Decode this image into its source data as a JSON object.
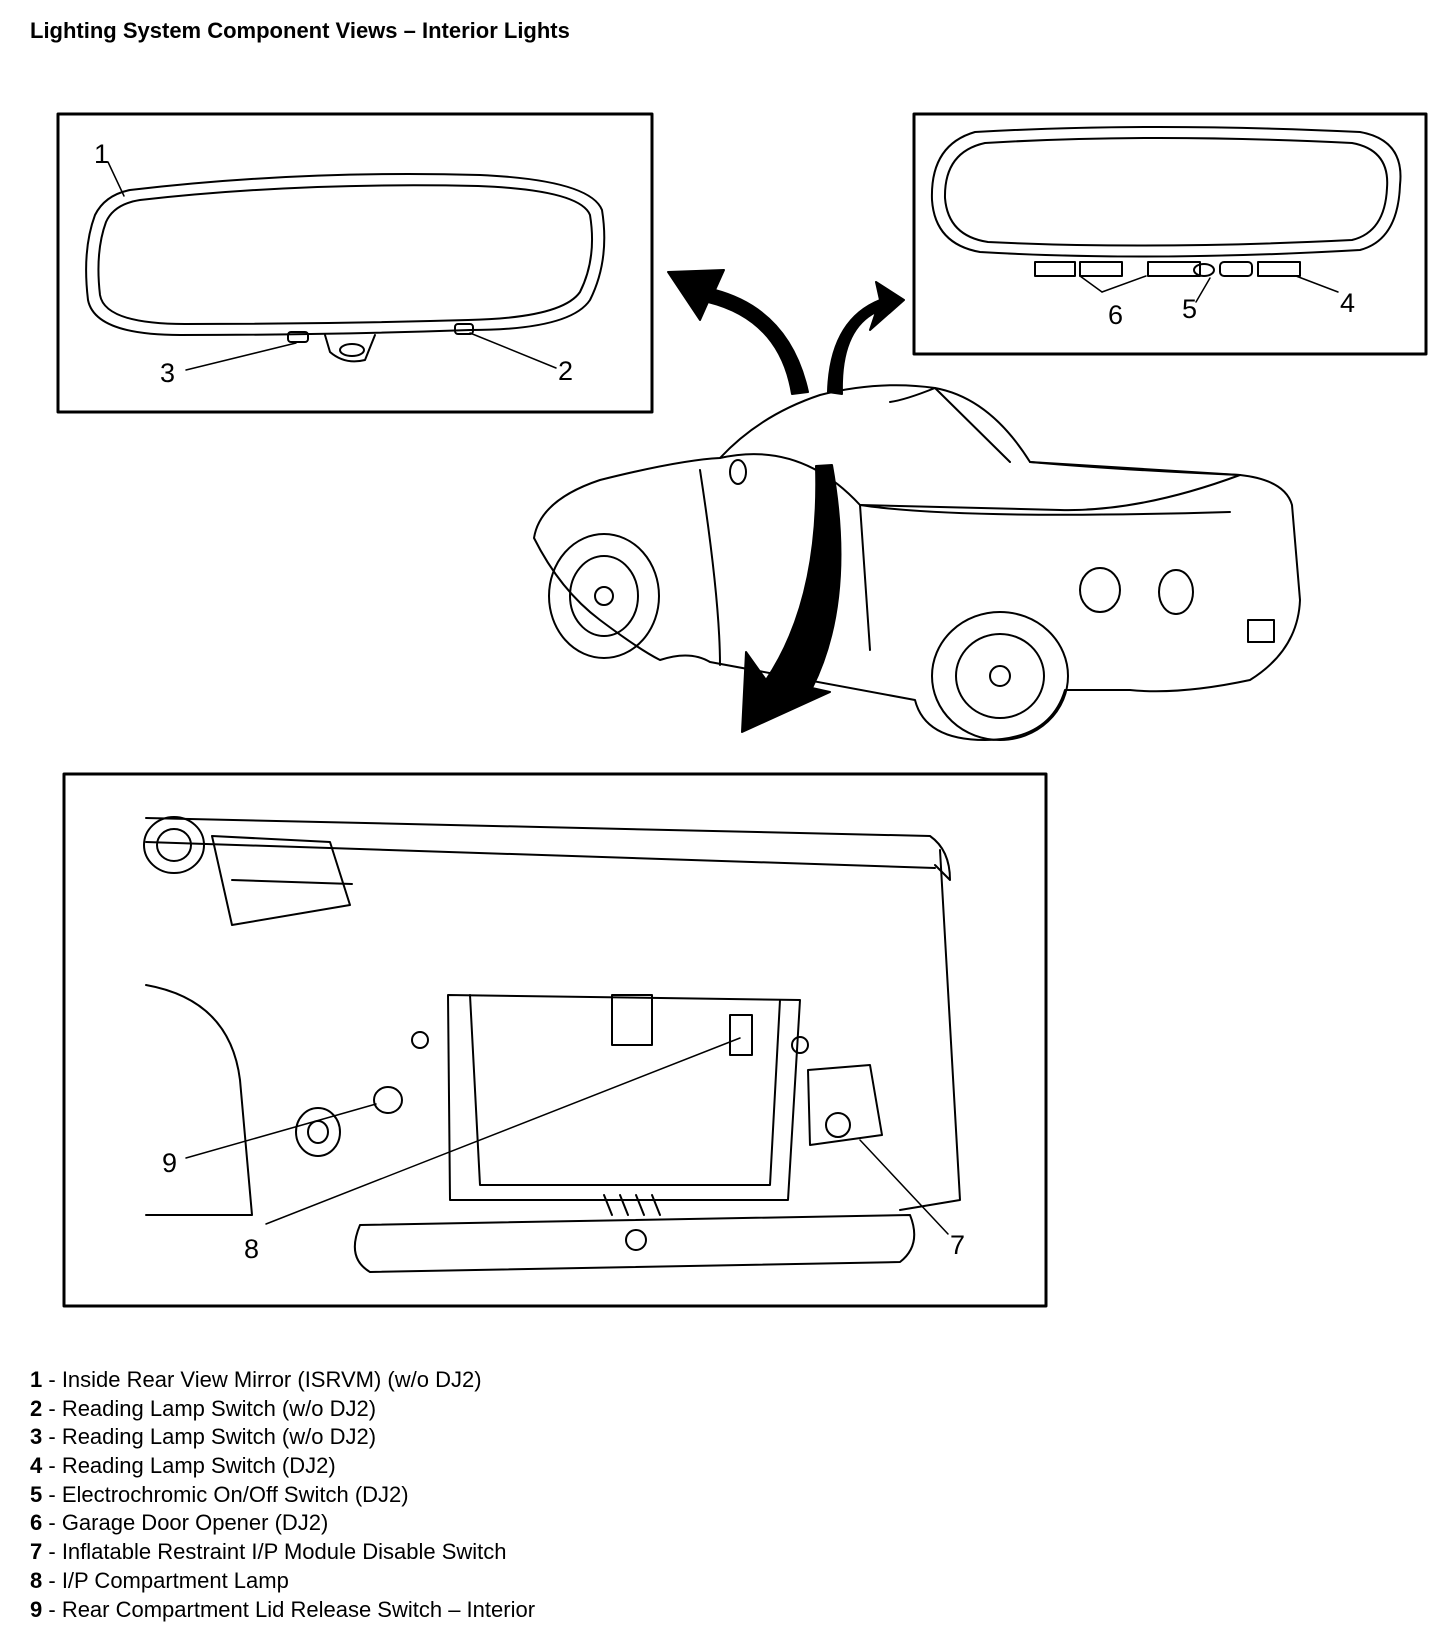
{
  "title": "Lighting System Component Views – Interior Lights",
  "callouts": {
    "c1": "1",
    "c2": "2",
    "c3": "3",
    "c4": "4",
    "c5": "5",
    "c6": "6",
    "c7": "7",
    "c8": "8",
    "c9": "9"
  },
  "legend": [
    {
      "num": "1",
      "sep": " - ",
      "text": "Inside Rear View Mirror (ISRVM) (w/o DJ2)"
    },
    {
      "num": "2",
      "sep": " - ",
      "text": "Reading Lamp Switch (w/o DJ2)"
    },
    {
      "num": "3",
      "sep": " - ",
      "text": "Reading Lamp Switch (w/o DJ2)"
    },
    {
      "num": "4",
      "sep": " - ",
      "text": "Reading Lamp Switch (DJ2)"
    },
    {
      "num": "5",
      "sep": " - ",
      "text": "Electrochromic On/Off Switch (DJ2)"
    },
    {
      "num": "6",
      "sep": " - ",
      "text": "Garage Door Opener (DJ2)"
    },
    {
      "num": "7",
      "sep": " - ",
      "text": "Inflatable Restraint I/P Module Disable Switch"
    },
    {
      "num": "8",
      "sep": " - ",
      "text": "I/P Compartment Lamp"
    },
    {
      "num": "9",
      "sep": " - ",
      "text": "Rear Compartment Lid Release Switch – Interior"
    }
  ]
}
